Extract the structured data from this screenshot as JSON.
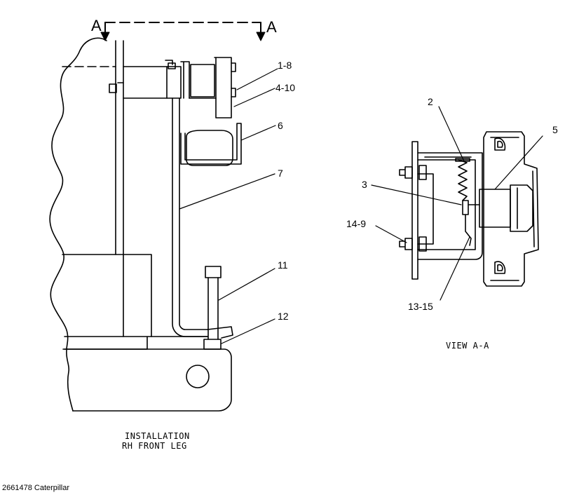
{
  "section_marks": {
    "left": "A",
    "right": "A"
  },
  "callouts": {
    "c1_8": "1-8",
    "c4_10": "4-10",
    "c6": "6",
    "c7": "7",
    "c11": "11",
    "c12": "12",
    "c2": "2",
    "c5": "5",
    "c3": "3",
    "c14_9": "14-9",
    "c13_15": "13-15"
  },
  "captions": {
    "installation_line1": "INSTALLATION",
    "installation_line2": "RH FRONT LEG",
    "view": "VIEW A-A"
  },
  "footer": "2661478 Caterpillar"
}
